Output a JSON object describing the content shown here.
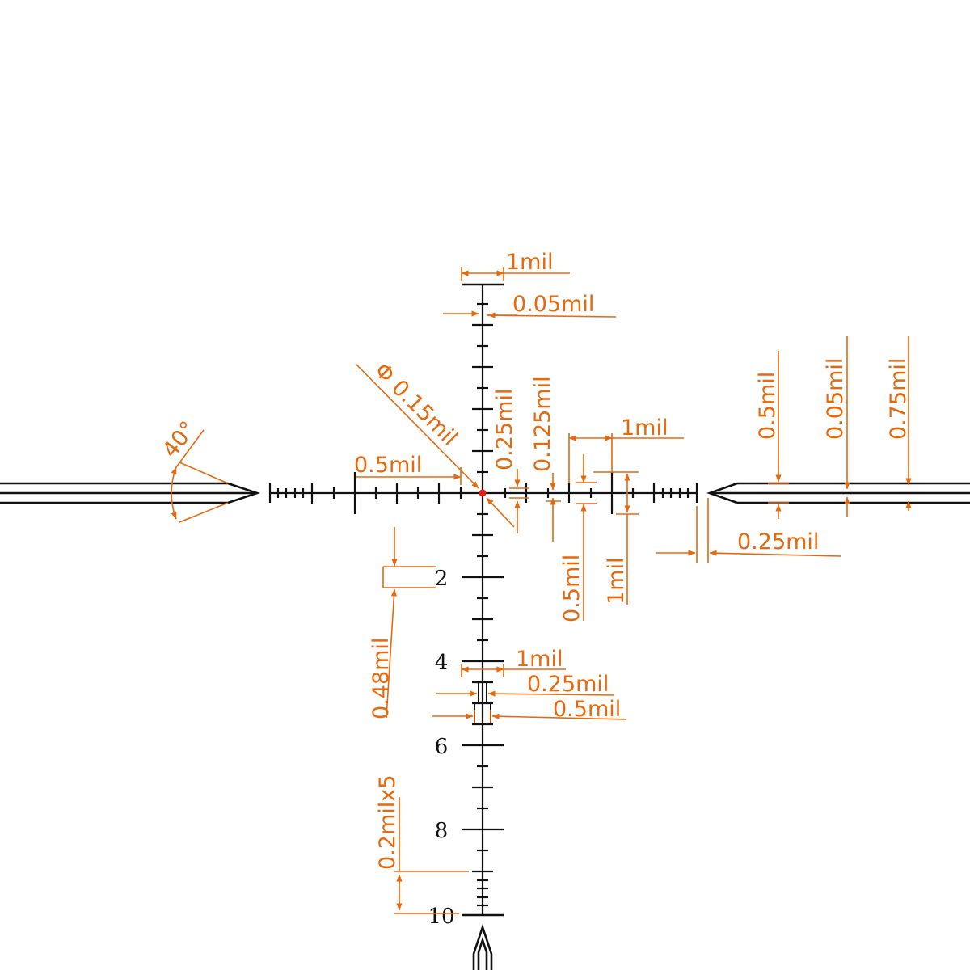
{
  "labels": {
    "top_width": "1mil",
    "top_tick": "0.05mil",
    "dot_diameter": "Φ 0.15mil",
    "left_half": "0.5mil",
    "vert_quarter": "0.25mil",
    "vert_eighth": "0.125mil",
    "right_one": "1mil",
    "arm_half": "0.5mil",
    "arm_line": "0.05mil",
    "arm_three_quarter": "0.75mil",
    "gap_quarter": "0.25mil",
    "tick_half": "0.5mil",
    "tick_one": "1mil",
    "tick_height": "0.48mil",
    "lower_one": "1mil",
    "lower_quarter": "0.25mil",
    "lower_half": "0.5mil",
    "fine_ticks": "0.2milx5",
    "angle": "40°"
  },
  "scale_numbers": [
    "2",
    "4",
    "6",
    "8",
    "10"
  ],
  "colors": {
    "reticle": "#111111",
    "dimension": "#e8680c",
    "center_dot": "#e21b1b",
    "background": "#ffffff"
  }
}
